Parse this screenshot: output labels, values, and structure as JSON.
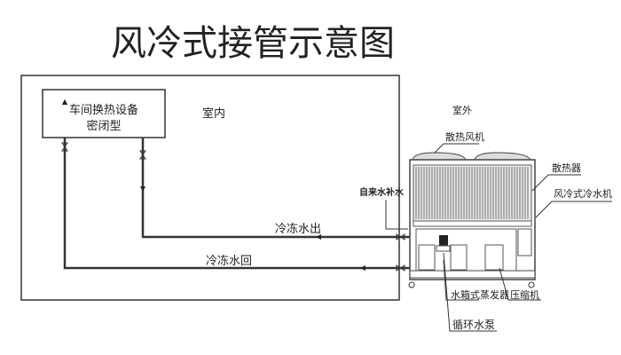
{
  "title": "风冷式接管示意图",
  "indoor": {
    "label": "室内",
    "equipment_line1": "车间换热设备",
    "equipment_line2": "密闭型"
  },
  "outdoor": {
    "label": "室外"
  },
  "pipes": {
    "chilled_out": "冷冻水出",
    "chilled_return": "冷冻水回",
    "makeup_water": "自来水补水"
  },
  "chiller_labels": {
    "fan": "散热风机",
    "radiator": "散热器",
    "chiller": "风冷式冷水机",
    "evaporator": "水箱式蒸发器",
    "compressor": "压缩机",
    "pump": "循环水泵"
  }
}
